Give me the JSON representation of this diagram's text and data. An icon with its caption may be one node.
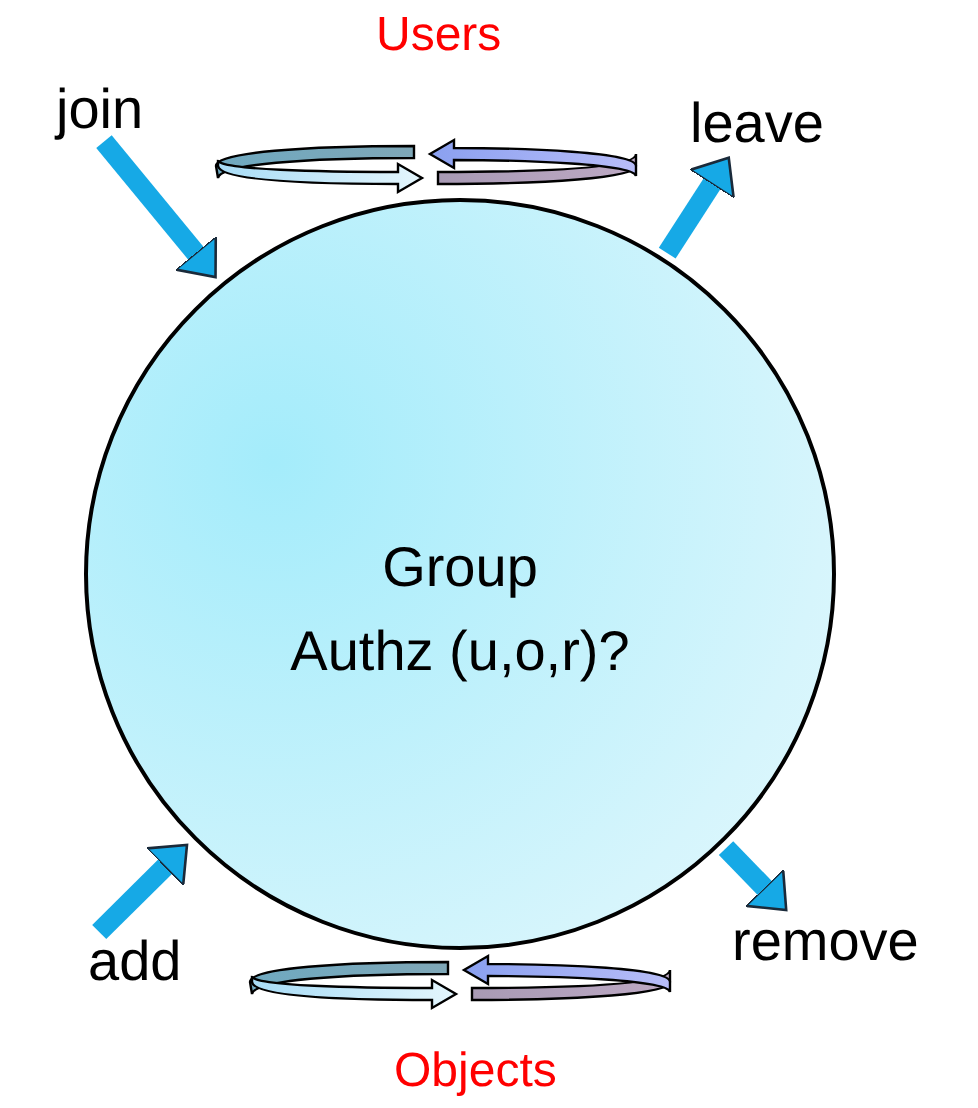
{
  "diagram": {
    "nodes": [
      {
        "text": [
          "Group",
          "Authz (u,o,r)?"
        ]
      },
      {
        "text": [
          "join"
        ]
      },
      {
        "text": [
          "leave"
        ]
      },
      {
        "text": [
          "add"
        ]
      },
      {
        "text": [
          "remove"
        ]
      }
    ],
    "edges": [
      {
        "from": 1,
        "to": 0,
        "arrow": "to"
      },
      {
        "from": 0,
        "to": 2,
        "arrow": "to"
      },
      {
        "from": 3,
        "to": 0,
        "arrow": "to"
      },
      {
        "from": 0,
        "to": 4,
        "arrow": "to"
      }
    ],
    "labels": [
      "Users",
      "Objects"
    ]
  }
}
